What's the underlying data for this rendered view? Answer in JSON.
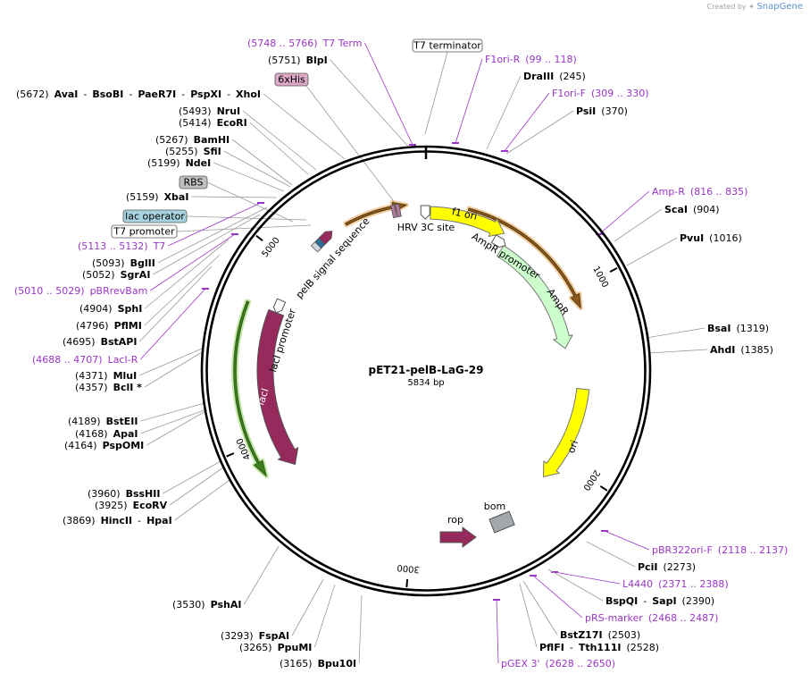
{
  "branding": {
    "created_by": "Created by",
    "product": "SnapGene"
  },
  "plasmid": {
    "name": "pET21-pelB-LaG-29",
    "length_label": "5834 bp"
  },
  "tick_labels": [
    "1000",
    "2000",
    "3000",
    "4000",
    "5000"
  ],
  "colors": {
    "primer": "#9a35c9",
    "orange": "#e0a34d",
    "yellow": "#ffff00",
    "pale_green": "#ccffcc",
    "lacI": "#962a5d",
    "lac_green": "#8fd25b",
    "rop": "#962a5d",
    "bom": "#a3a8ad",
    "rbs_box": "#c0c0c0",
    "his_box": "#dca8c6",
    "laco_box": "#a7d2e0"
  },
  "label_groups": [
    {
      "parts": [
        {
          "t": "(5748 .. 5766)",
          "k": "primer"
        },
        {
          "t": "T7 Term",
          "k": "primer"
        }
      ]
    },
    {
      "parts": [
        {
          "t": "(5751)",
          "k": "pos"
        },
        {
          "t": "BlpI",
          "k": "enz"
        }
      ]
    },
    {
      "parts": [
        {
          "t": "(5672)",
          "k": "pos"
        },
        {
          "t": "AvaI",
          "k": "enz"
        },
        {
          "t": "-",
          "k": "sep"
        },
        {
          "t": "BsoBI",
          "k": "enz"
        },
        {
          "t": "-",
          "k": "sep"
        },
        {
          "t": "PaeR7I",
          "k": "enz"
        },
        {
          "t": "-",
          "k": "sep"
        },
        {
          "t": "PspXI",
          "k": "enz"
        },
        {
          "t": "-",
          "k": "sep"
        },
        {
          "t": "XhoI",
          "k": "enz"
        }
      ]
    },
    {
      "parts": [
        {
          "t": "(5493)",
          "k": "pos"
        },
        {
          "t": "NruI",
          "k": "enz"
        }
      ]
    },
    {
      "parts": [
        {
          "t": "(5414)",
          "k": "pos"
        },
        {
          "t": "EcoRI",
          "k": "enz"
        }
      ]
    },
    {
      "parts": [
        {
          "t": "(5267)",
          "k": "pos"
        },
        {
          "t": "BamHI",
          "k": "enz"
        }
      ]
    },
    {
      "parts": [
        {
          "t": "(5255)",
          "k": "pos"
        },
        {
          "t": "SfiI",
          "k": "enz"
        }
      ]
    },
    {
      "parts": [
        {
          "t": "(5199)",
          "k": "pos"
        },
        {
          "t": "NdeI",
          "k": "enz"
        }
      ]
    },
    {
      "parts": [
        {
          "t": "(5159)",
          "k": "pos"
        },
        {
          "t": "XbaI",
          "k": "enz"
        }
      ]
    },
    {
      "parts": [
        {
          "t": "(5113 .. 5132)",
          "k": "primer"
        },
        {
          "t": "T7",
          "k": "primer"
        }
      ]
    },
    {
      "parts": [
        {
          "t": "(5093)",
          "k": "pos"
        },
        {
          "t": "BglII",
          "k": "enz"
        }
      ]
    },
    {
      "parts": [
        {
          "t": "(5052)",
          "k": "pos"
        },
        {
          "t": "SgrAI",
          "k": "enz"
        }
      ]
    },
    {
      "parts": [
        {
          "t": "(5010 .. 5029)",
          "k": "primer"
        },
        {
          "t": "pBRrevBam",
          "k": "primer"
        }
      ]
    },
    {
      "parts": [
        {
          "t": "(4904)",
          "k": "pos"
        },
        {
          "t": "SphI",
          "k": "enz"
        }
      ]
    },
    {
      "parts": [
        {
          "t": "(4796)",
          "k": "pos"
        },
        {
          "t": "PflMI",
          "k": "enz"
        }
      ]
    },
    {
      "parts": [
        {
          "t": "(4695)",
          "k": "pos"
        },
        {
          "t": "BstAPI",
          "k": "enz"
        }
      ]
    },
    {
      "parts": [
        {
          "t": "(4688 .. 4707)",
          "k": "primer"
        },
        {
          "t": "LacI-R",
          "k": "primer"
        }
      ]
    },
    {
      "parts": [
        {
          "t": "(4371)",
          "k": "pos"
        },
        {
          "t": "MluI",
          "k": "enz"
        }
      ]
    },
    {
      "parts": [
        {
          "t": "(4357)",
          "k": "pos"
        },
        {
          "t": "BclI *",
          "k": "enz"
        }
      ]
    },
    {
      "parts": [
        {
          "t": "(4189)",
          "k": "pos"
        },
        {
          "t": "BstEII",
          "k": "enz"
        }
      ]
    },
    {
      "parts": [
        {
          "t": "(4168)",
          "k": "pos"
        },
        {
          "t": "ApaI",
          "k": "enz"
        }
      ]
    },
    {
      "parts": [
        {
          "t": "(4164)",
          "k": "pos"
        },
        {
          "t": "PspOMI",
          "k": "enz"
        }
      ]
    },
    {
      "parts": [
        {
          "t": "(3960)",
          "k": "pos"
        },
        {
          "t": "BssHII",
          "k": "enz"
        }
      ]
    },
    {
      "parts": [
        {
          "t": "(3925)",
          "k": "pos"
        },
        {
          "t": "EcoRV",
          "k": "enz"
        }
      ]
    },
    {
      "parts": [
        {
          "t": "(3869)",
          "k": "pos"
        },
        {
          "t": "HincII",
          "k": "enz"
        },
        {
          "t": "-",
          "k": "sep"
        },
        {
          "t": "HpaI",
          "k": "enz"
        }
      ]
    },
    {
      "parts": [
        {
          "t": "(3530)",
          "k": "pos"
        },
        {
          "t": "PshAI",
          "k": "enz"
        }
      ]
    },
    {
      "parts": [
        {
          "t": "(3293)",
          "k": "pos"
        },
        {
          "t": "FspAI",
          "k": "enz"
        }
      ]
    },
    {
      "parts": [
        {
          "t": "(3265)",
          "k": "pos"
        },
        {
          "t": "PpuMI",
          "k": "enz"
        }
      ]
    },
    {
      "parts": [
        {
          "t": "(3165)",
          "k": "pos"
        },
        {
          "t": "Bpu10I",
          "k": "enz"
        }
      ]
    },
    {
      "parts": [
        {
          "t": "F1ori-R",
          "k": "primer"
        },
        {
          "t": "(99 .. 118)",
          "k": "primer"
        }
      ]
    },
    {
      "parts": [
        {
          "t": "DraIII",
          "k": "enz"
        },
        {
          "t": "(245)",
          "k": "pos"
        }
      ]
    },
    {
      "parts": [
        {
          "t": "F1ori-F",
          "k": "primer"
        },
        {
          "t": "(309 .. 330)",
          "k": "primer"
        }
      ]
    },
    {
      "parts": [
        {
          "t": "PsiI",
          "k": "enz"
        },
        {
          "t": "(370)",
          "k": "pos"
        }
      ]
    },
    {
      "parts": [
        {
          "t": "Amp-R",
          "k": "primer"
        },
        {
          "t": "(816 .. 835)",
          "k": "primer"
        }
      ]
    },
    {
      "parts": [
        {
          "t": "ScaI",
          "k": "enz"
        },
        {
          "t": "(904)",
          "k": "pos"
        }
      ]
    },
    {
      "parts": [
        {
          "t": "PvuI",
          "k": "enz"
        },
        {
          "t": "(1016)",
          "k": "pos"
        }
      ]
    },
    {
      "parts": [
        {
          "t": "BsaI",
          "k": "enz"
        },
        {
          "t": "(1319)",
          "k": "pos"
        }
      ]
    },
    {
      "parts": [
        {
          "t": "AhdI",
          "k": "enz"
        },
        {
          "t": "(1385)",
          "k": "pos"
        }
      ]
    },
    {
      "parts": [
        {
          "t": "pBR322ori-F",
          "k": "primer"
        },
        {
          "t": "(2118 .. 2137)",
          "k": "primer"
        }
      ]
    },
    {
      "parts": [
        {
          "t": "PciI",
          "k": "enz"
        },
        {
          "t": "(2273)",
          "k": "pos"
        }
      ]
    },
    {
      "parts": [
        {
          "t": "L4440",
          "k": "primer"
        },
        {
          "t": "(2371 .. 2388)",
          "k": "primer"
        }
      ]
    },
    {
      "parts": [
        {
          "t": "BspQI",
          "k": "enz"
        },
        {
          "t": "-",
          "k": "sep"
        },
        {
          "t": "SapI",
          "k": "enz"
        },
        {
          "t": "(2390)",
          "k": "pos"
        }
      ]
    },
    {
      "parts": [
        {
          "t": "pRS-marker",
          "k": "primer"
        },
        {
          "t": "(2468 .. 2487)",
          "k": "primer"
        }
      ]
    },
    {
      "parts": [
        {
          "t": "BstZ17I",
          "k": "enz"
        },
        {
          "t": "(2503)",
          "k": "pos"
        }
      ]
    },
    {
      "parts": [
        {
          "t": "PflFI",
          "k": "enz"
        },
        {
          "t": "-",
          "k": "sep"
        },
        {
          "t": "Tth111I",
          "k": "enz"
        },
        {
          "t": "(2528)",
          "k": "pos"
        }
      ]
    },
    {
      "parts": [
        {
          "t": "pGEX 3'",
          "k": "primer"
        },
        {
          "t": "(2628 .. 2650)",
          "k": "primer"
        }
      ]
    }
  ],
  "boxed_labels": [
    "T7 terminator",
    "6xHis",
    "RBS",
    "lac operator",
    "T7 promoter"
  ],
  "feature_labels": [
    "f1 ori",
    "AmpR promoter",
    "AmpR",
    "ori",
    "bom",
    "rop",
    "lacI",
    "lacI promoter",
    "pelB signal sequence",
    "HRV 3C site"
  ]
}
